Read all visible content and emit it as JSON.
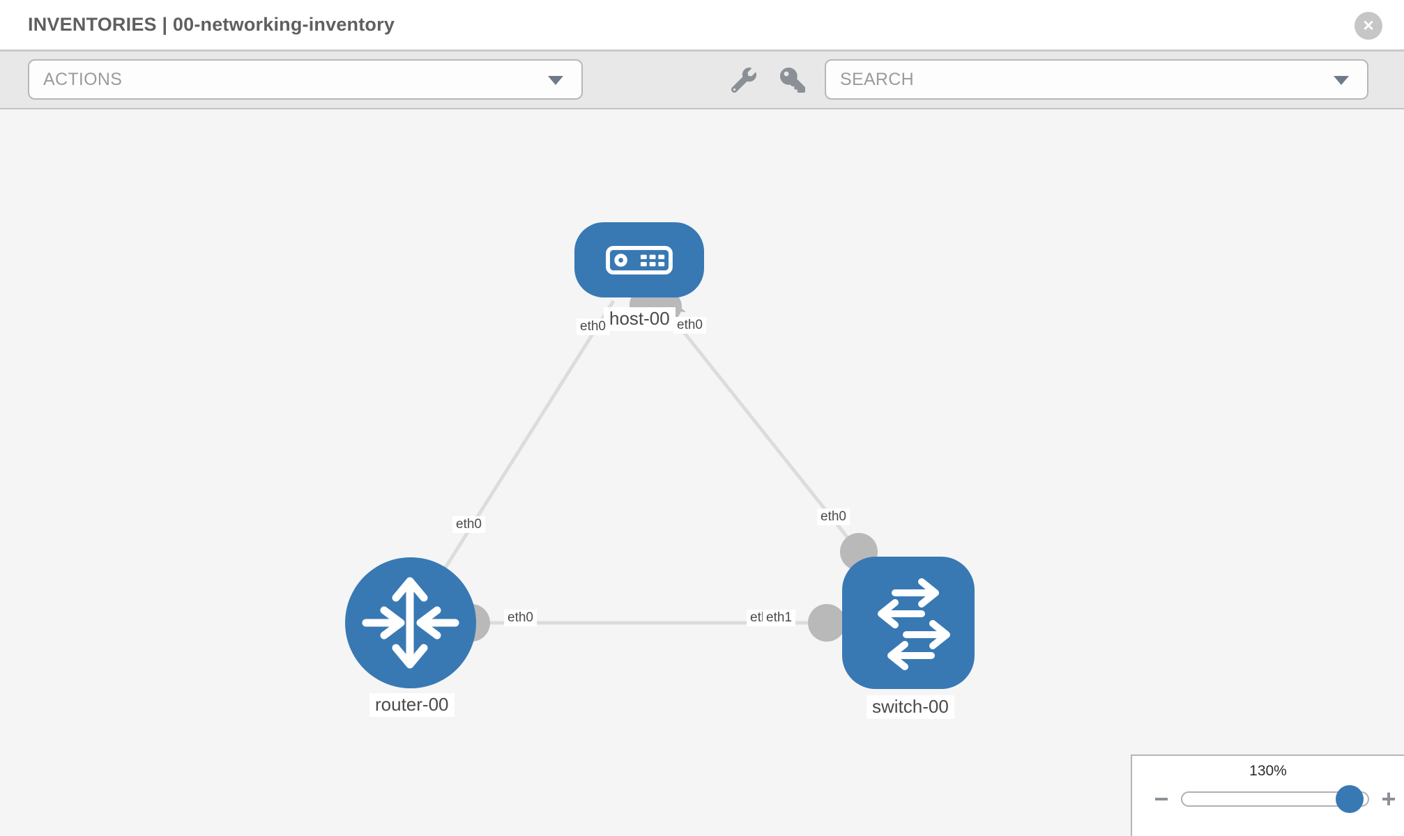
{
  "window": {
    "title": "INVENTORIES | 00-networking-inventory"
  },
  "toolbar": {
    "actions_label": "ACTIONS",
    "search_label": "SEARCH"
  },
  "topology": {
    "nodes": [
      {
        "label": "host-00",
        "type": "host"
      },
      {
        "label": "router-00",
        "type": "router"
      },
      {
        "label": "switch-00",
        "type": "switch"
      }
    ],
    "links": [
      {
        "from": "router-00",
        "from_interface": "eth0",
        "to": "host-00",
        "to_interface": "eth0"
      },
      {
        "from": "host-00",
        "from_interface": "eth0",
        "to": "switch-00",
        "to_interface": "eth0"
      },
      {
        "from": "router-00",
        "from_interface": "eth0",
        "to": "switch-00",
        "to_interface": "eth1"
      }
    ],
    "overlapped_interface_label": "eth0"
  },
  "zoom_control": {
    "level": "130%",
    "zoom_out": "−",
    "zoom_in": "+"
  },
  "icons": {
    "close": "✕"
  },
  "colors": {
    "node_blue": "#3879b4",
    "link_gray": "#dcdcdc",
    "port_gray": "#b9b9b9",
    "toolbar_gray": "#e8e8e8",
    "canvas_gray": "#f5f5f5"
  }
}
